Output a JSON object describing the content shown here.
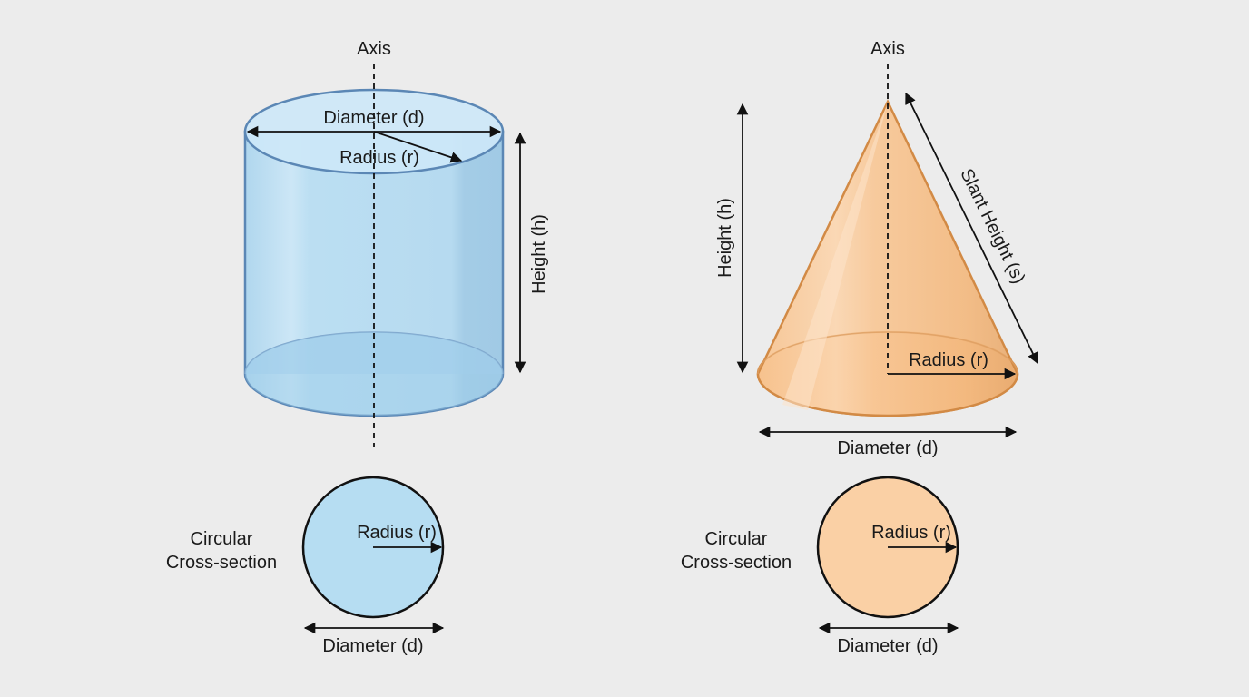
{
  "colors": {
    "background": "#ececec",
    "cylinder_fill": "#aed8f0",
    "cylinder_stroke": "#5b87b5",
    "cone_fill": "#f6bf8a",
    "cone_stroke": "#d28a45",
    "line": "#111111"
  },
  "cylinder": {
    "axis_label": "Axis",
    "diameter_label": "Diameter (d)",
    "radius_label": "Radius (r)",
    "height_label": "Height (h)"
  },
  "cone": {
    "axis_label": "Axis",
    "height_label": "Height (h)",
    "slant_label": "Slant Height (s)",
    "radius_label": "Radius (r)",
    "diameter_label": "Diameter (d)"
  },
  "cross_section_left": {
    "title_line1": "Circular",
    "title_line2": "Cross-section",
    "radius_label": "Radius (r)",
    "diameter_label": "Diameter (d)"
  },
  "cross_section_right": {
    "title_line1": "Circular",
    "title_line2": "Cross-section",
    "radius_label": "Radius (r)",
    "diameter_label": "Diameter (d)"
  }
}
